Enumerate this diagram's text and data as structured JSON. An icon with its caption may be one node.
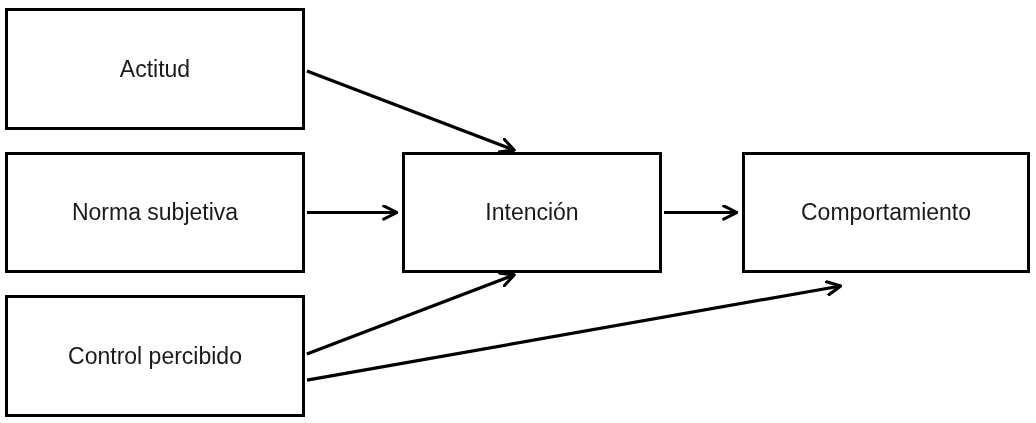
{
  "diagram": {
    "nodes": [
      {
        "text": [
          "Actitud"
        ]
      },
      {
        "text": [
          "Norma subjetiva"
        ]
      },
      {
        "text": [
          "Control percibido"
        ]
      },
      {
        "text": [
          "Intención"
        ]
      },
      {
        "text": [
          "Comportamiento"
        ]
      }
    ],
    "edges": [
      {
        "from": 0,
        "to": 3,
        "arrow": "to"
      },
      {
        "from": 1,
        "to": 3,
        "arrow": "to"
      },
      {
        "from": 3,
        "to": 4,
        "arrow": "to"
      },
      {
        "from": 2,
        "to": 3,
        "arrow": "to"
      },
      {
        "from": 2,
        "to": 4,
        "arrow": "to"
      }
    ]
  }
}
